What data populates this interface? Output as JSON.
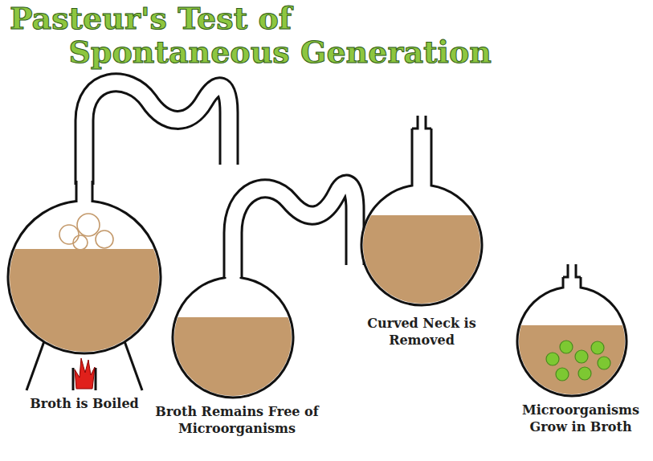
{
  "diagram": {
    "title": "Pasteur's Test of Spontaneous Generation",
    "labels": [
      "Broth is Boiled",
      "Broth Remains Free of Microorganisms",
      "Curved Neck is Removed",
      "Microorganisms Grow in Broth"
    ]
  }
}
